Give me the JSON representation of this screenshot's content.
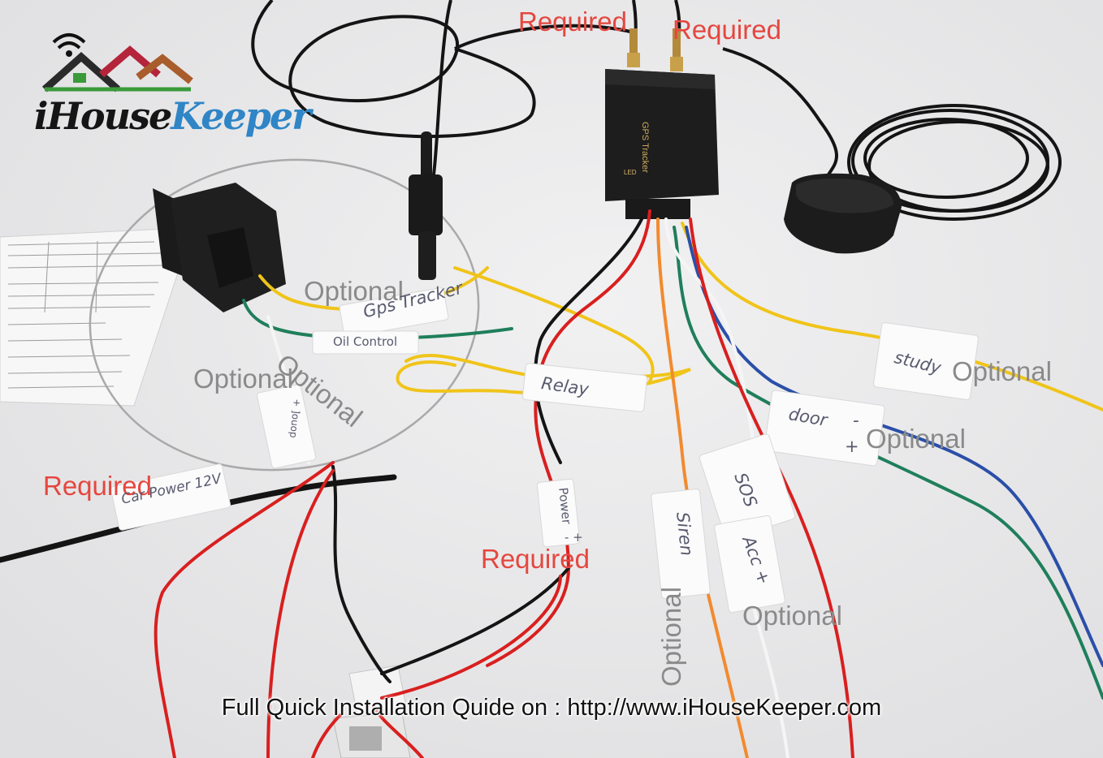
{
  "brand": {
    "logo_text_1": "iHouse",
    "logo_text_2": "Keeper"
  },
  "labels": {
    "required_1": "Required",
    "required_2": "Required",
    "required_3": "Required",
    "required_4": "Required",
    "optional_1": "Optional",
    "optional_2": "Optional",
    "optional_3": "Optional",
    "optional_4": "Optional",
    "optional_5": "Optional",
    "optional_6": "Optional",
    "optional_7": "Optional"
  },
  "wire_tags": {
    "gps_tracker": "Gps Tracker",
    "oil_control": "Oil Control",
    "relay": "Relay",
    "study": "study",
    "door": "door",
    "door_minus": "-",
    "door_plus": "+",
    "sos": "SOS",
    "acc": "Acc +",
    "siren": "Siren",
    "power": "Power",
    "power_sign": "- +",
    "car_power": "Car Power 12V",
    "small_tag": "+ ]ouop"
  },
  "device": {
    "label": "GPS Tracker",
    "led": "LED"
  },
  "footer": {
    "text": "Full Quick Installation Quide on : http://www.iHouseKeeper.com"
  },
  "colors": {
    "required": "#e5473f",
    "optional": "#8a8a8a",
    "brand_blue": "#2f85c6",
    "background": "#e9e9ea"
  }
}
